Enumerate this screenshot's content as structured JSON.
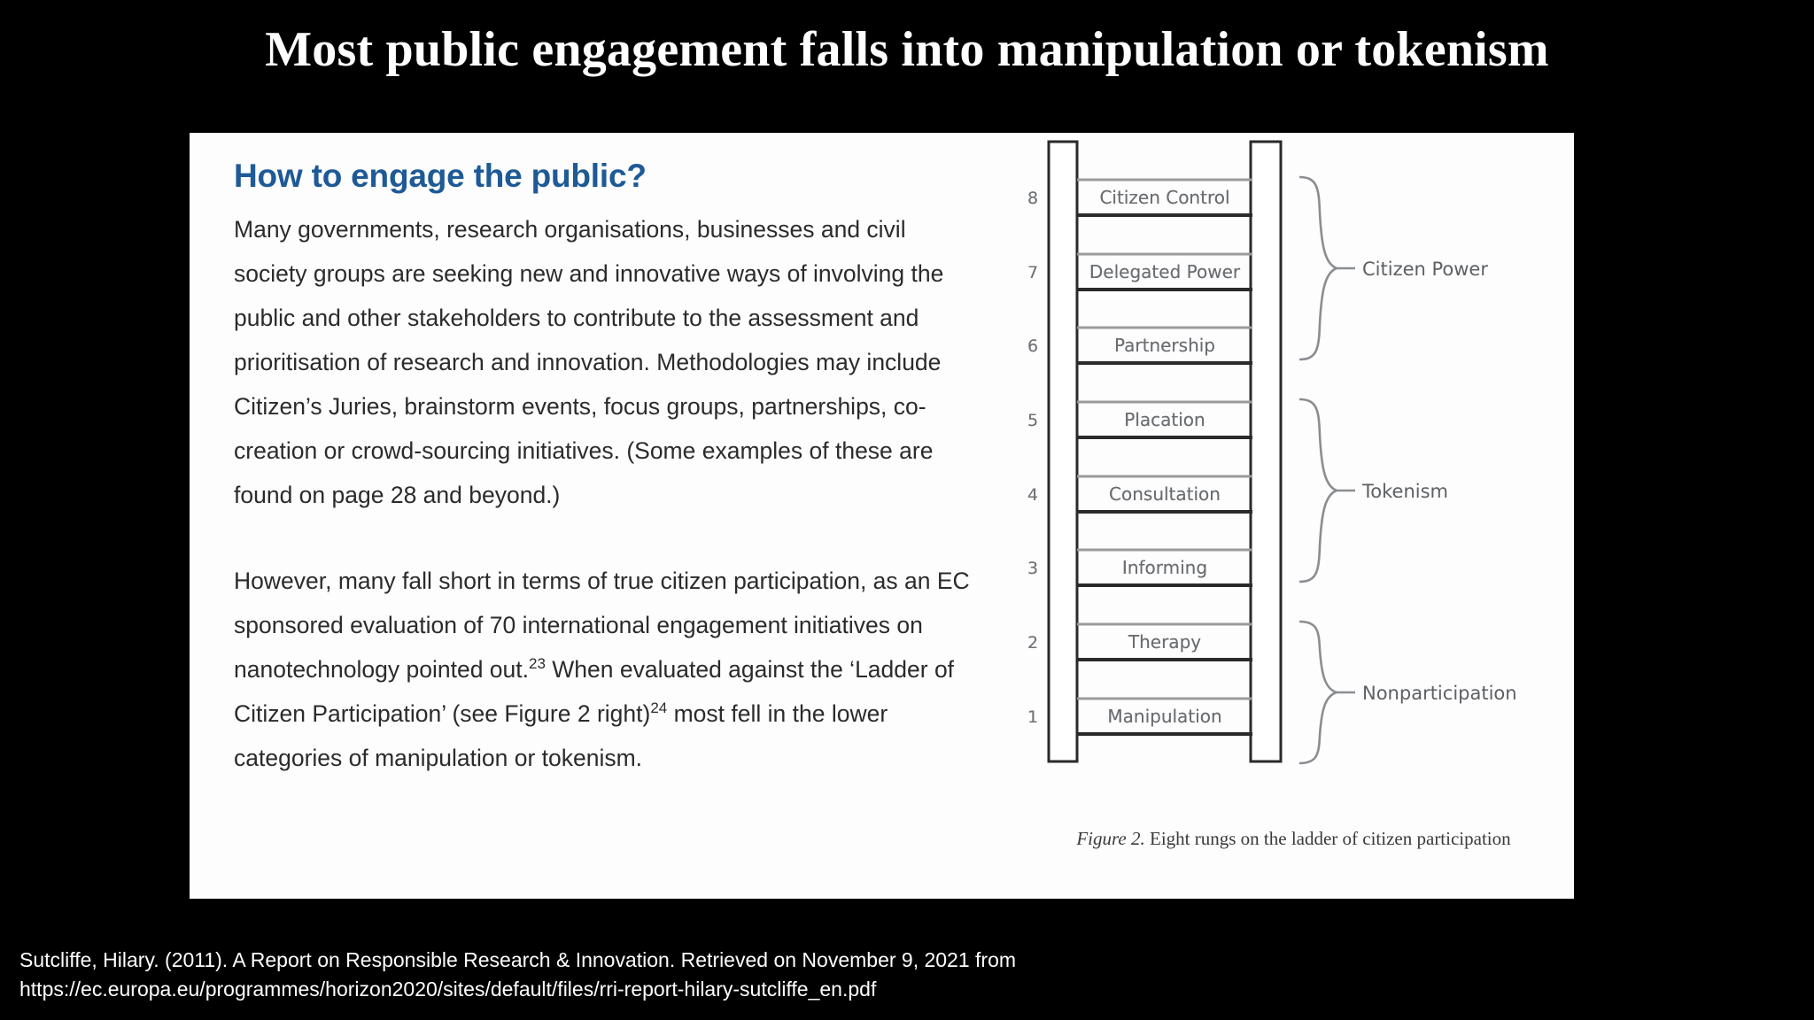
{
  "slide": {
    "title": "Most public engagement falls into manipulation or tokenism",
    "background_color": "#000000",
    "panel_color": "#fdfdfd"
  },
  "report": {
    "heading": "How to engage the public?",
    "heading_color": "#1d5a96",
    "paragraph_1_a": "Many governments, research organisations, businesses and civil society groups are seeking new and innovative ways of involving the public and other stakeholders to contribute to the assessment and prioritisation of research and innovation.  Methodologies may include Citizen’s Juries, brainstorm events, focus groups, partnerships, co-creation or crowd-sourcing initiatives. (Some examples of these are found on page 28 and beyond.)",
    "paragraph_2_a": "However, many fall short in terms of true citizen participation, as an EC sponsored evaluation of 70 international engagement initiatives on nanotechnology pointed out.",
    "paragraph_2_sup_1": "23",
    "paragraph_2_b": "  When evaluated against the ‘Ladder of Citizen Participation’ (see Figure 2 right)",
    "paragraph_2_sup_2": "24",
    "paragraph_2_c": " most fell in the lower categories of manipulation or tokenism."
  },
  "figure": {
    "caption_lead": "Figure 2.",
    "caption_rest": " Eight rungs on the ladder of citizen participation",
    "rungs": [
      {
        "number": "8",
        "label": "Citizen Control"
      },
      {
        "number": "7",
        "label": "Delegated Power"
      },
      {
        "number": "6",
        "label": "Partnership"
      },
      {
        "number": "5",
        "label": "Placation"
      },
      {
        "number": "4",
        "label": "Consultation"
      },
      {
        "number": "3",
        "label": "Informing"
      },
      {
        "number": "2",
        "label": "Therapy"
      },
      {
        "number": "1",
        "label": "Manipulation"
      }
    ],
    "groups": [
      {
        "label": "Citizen Power",
        "rungs": "8-6"
      },
      {
        "label": "Tokenism",
        "rungs": "5-3"
      },
      {
        "label": "Nonparticipation",
        "rungs": "2-1"
      }
    ]
  },
  "citation": {
    "line_1": "Sutcliffe, Hilary. (2011). A Report on Responsible Research & Innovation. Retrieved on November 9, 2021 from",
    "line_2": "https://ec.europa.eu/programmes/horizon2020/sites/default/files/rri-report-hilary-sutcliffe_en.pdf"
  }
}
